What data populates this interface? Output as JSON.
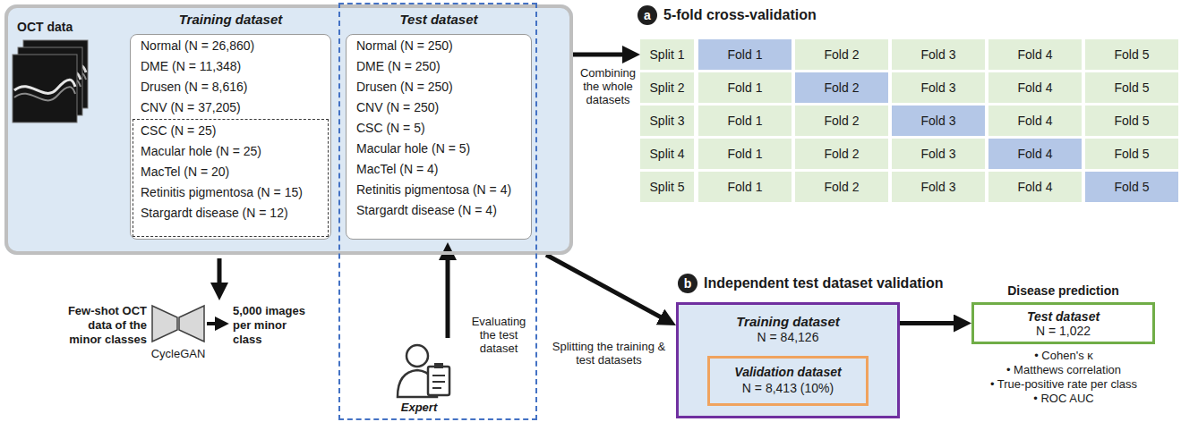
{
  "diagram": {
    "nodes": [
      {
        "text": [
          "OCT data"
        ]
      },
      {
        "text": [
          "Training dataset",
          "Normal (N = 26,860)",
          "DME (N = 11,348)",
          "Drusen (N = 8,616)",
          "CNV (N = 37,205)"
        ],
        "in": 0
      },
      {
        "text": [
          "CSC (N = 25)",
          "Macular hole (N = 25)",
          "MacTel (N = 20)",
          "Retinitis pigmentosa (N = 15)",
          "Stargardt disease (N = 12)"
        ],
        "in": 1
      },
      {
        "text": [
          "Evaluating the test dataset",
          "Expert"
        ]
      },
      {
        "text": [
          "Test dataset",
          "Normal (N = 250)",
          "DME (N = 250)",
          "Drusen (N = 250)",
          "CNV (N = 250)",
          "CSC (N = 5)",
          "Macular hole (N = 5)",
          "MacTel (N = 4)",
          "Retinitis pigmentosa (N = 4)",
          "Stargardt disease (N = 4)"
        ],
        "in": 3
      },
      {
        "text": [
          "Split 1"
        ]
      },
      {
        "text": [
          "Fold 1"
        ]
      },
      {
        "text": [
          "Fold 2"
        ]
      },
      {
        "text": [
          "Fold 3"
        ]
      },
      {
        "text": [
          "Fold 4"
        ]
      },
      {
        "text": [
          "Fold 5"
        ]
      },
      {
        "text": [
          "Split 2"
        ]
      },
      {
        "text": [
          "Fold 1"
        ]
      },
      {
        "text": [
          "Fold 2"
        ]
      },
      {
        "text": [
          "Fold 3"
        ]
      },
      {
        "text": [
          "Fold 4"
        ]
      },
      {
        "text": [
          "Fold 5"
        ]
      },
      {
        "text": [
          "Split 3"
        ]
      },
      {
        "text": [
          "Fold 1"
        ]
      },
      {
        "text": [
          "Fold 2"
        ]
      },
      {
        "text": [
          "Fold 3"
        ]
      },
      {
        "text": [
          "Fold 4"
        ]
      },
      {
        "text": [
          "Fold 5"
        ]
      },
      {
        "text": [
          "Split 4"
        ]
      },
      {
        "text": [
          "Fold 1"
        ]
      },
      {
        "text": [
          "Fold 2"
        ]
      },
      {
        "text": [
          "Fold 3"
        ]
      },
      {
        "text": [
          "Fold 4"
        ]
      },
      {
        "text": [
          "Fold 5"
        ]
      },
      {
        "text": [
          "Split 5"
        ]
      },
      {
        "text": [
          "Fold 1"
        ]
      },
      {
        "text": [
          "Fold 2"
        ]
      },
      {
        "text": [
          "Fold 3"
        ]
      },
      {
        "text": [
          "Fold 4"
        ]
      },
      {
        "text": [
          "Fold 5"
        ]
      },
      {
        "text": [
          "Training dataset",
          "N = 84,126"
        ]
      },
      {
        "text": [
          "Validation dataset",
          "N = 8,413 (10%)"
        ],
        "in": 35
      },
      {
        "text": [
          "Disease prediction",
          "Test dataset",
          "N = 1,022"
        ]
      }
    ],
    "edges": [
      {
        "from": 0,
        "to": 5,
        "arrow": "to",
        "label": "Combining the whole datasets"
      },
      {
        "from": 0,
        "to": 35,
        "arrow": "to",
        "label": "Splitting the training & test datasets"
      },
      {
        "from": 35,
        "to": 37,
        "arrow": "to"
      }
    ],
    "labels": [
      "a",
      "5-fold cross-validation",
      "Few-shot OCT data of the minor classes",
      "CycleGAN",
      "5,000 images per minor class",
      "b",
      "Independent test dataset validation",
      "• Cohen's κ",
      "• Matthews correlation",
      "• True-positive rate per class",
      "• ROC AUC"
    ]
  }
}
